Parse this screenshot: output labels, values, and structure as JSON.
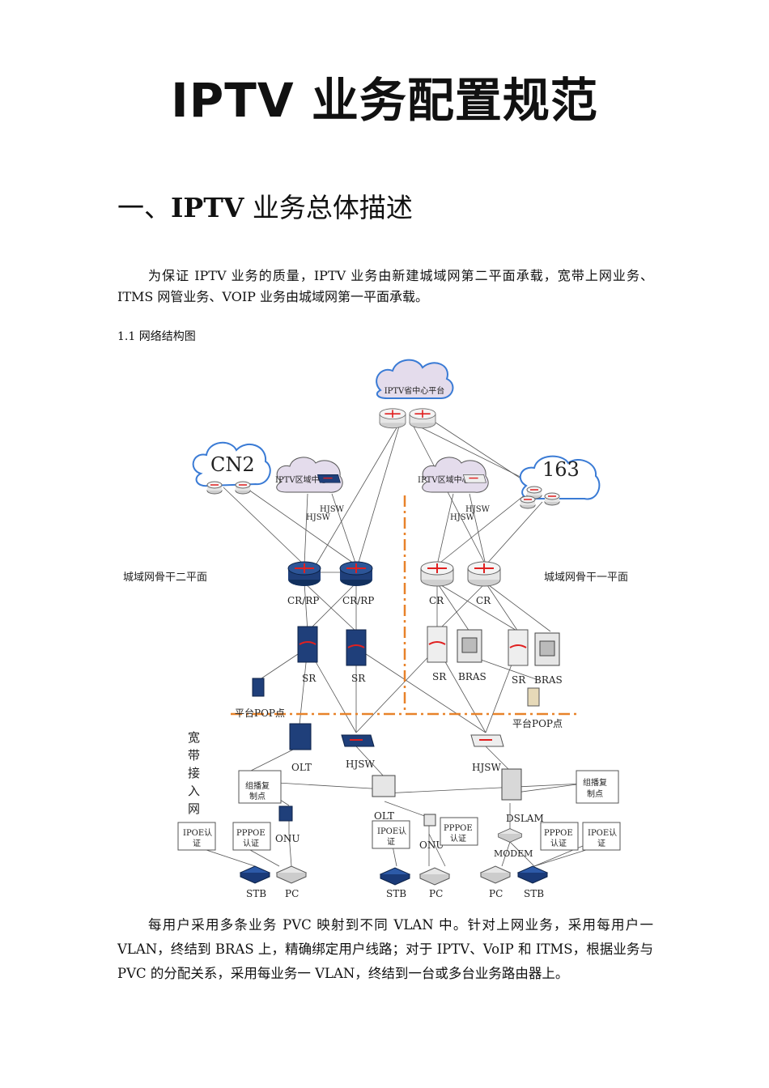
{
  "title": "IPTV 业务配置规范",
  "section": {
    "number": "一、",
    "bold": "IPTV",
    "rest": " 业务总体描述"
  },
  "paragraph1": "为保证 IPTV 业务的质量，IPTV 业务由新建城域网第二平面承载，宽带上网业务、ITMS 网管业务、VOIP 业务由城域网第一平面承载。",
  "subheading": "1.1  网络结构图",
  "diagram": {
    "province_platform": "IPTV省中心平台",
    "cn2": "CN2",
    "net163": "163",
    "region_left": "IPTV区域中心",
    "region_right": "IPTV区域中心",
    "plane_two": "城域网骨干二平面",
    "plane_one": "城域网骨干一平面",
    "hjsw": "HJSW",
    "cr_rp": "CR/RP",
    "cr": "CR",
    "sr": "SR",
    "bras": "BRAS",
    "pop": "平台POP点",
    "broadband_access": [
      "宽",
      "带",
      "接",
      "入",
      "网"
    ],
    "olt": "OLT",
    "onu": "ONU",
    "dslam": "DSLAM",
    "modem": "MODEM",
    "multicast": [
      "组播复",
      "制点"
    ],
    "ipoe": [
      "IPOE认",
      "证"
    ],
    "pppoe": [
      "PPPOE",
      "认证"
    ],
    "stb": "STB",
    "pc": "PC"
  },
  "paragraph2": "每用户采用多条业务 PVC 映射到不同 VLAN 中。针对上网业务，采用每用户一 VLAN，终结到 BRAS 上，精确绑定用户线路；对于 IPTV、VoIP 和 ITMS，根据业务与 PVC 的分配关系，采用每业务一 VLAN，终结到一台或多台业务路由器上。",
  "colors": {
    "blue_device": "#1f3f7a",
    "orange_divider": "#e8822a",
    "cloud_outline": "#3a7bd5",
    "cloud_fill": "#ffffff",
    "cloud_fill_purple": "#e4dcec"
  }
}
